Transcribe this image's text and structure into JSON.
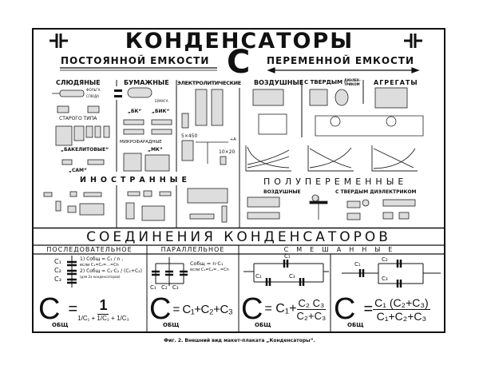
{
  "poster": {
    "title": "КОНДЕНСАТОРЫ",
    "fixed_label": "ПОСТОЯННОЙ ЕМКОСТИ",
    "capacity_symbol": "C",
    "variable_label": "ПЕРЕМЕННОЙ ЕМКОСТИ",
    "categories": {
      "mica": "СЛЮДЯНЫЕ",
      "paper": "БУМАЖНЫЕ",
      "electrolytic": "ЭЛЕКТРОЛИТИЧЕСКИЕ",
      "air": "ВОЗДУШНЫЕ",
      "solid": "С ТВЕРДЫМ",
      "solid_dielectric": "ДИЭЛЕК-ТРИКОМ",
      "units": "АГРЕГАТЫ"
    },
    "labels": {
      "foil": "ФОЛЬГА",
      "mica_sheet": "СЛЮДА",
      "paper_sheet": "БУМАГА",
      "old_type": "СТАРОГО ТИПА",
      "bakelite": "„БАКЕЛИТОВЫЕ“",
      "sam": "„САМ“",
      "bk": "„БК“",
      "bik": "„БИК“",
      "microfarad": "МИКРОФАРАДНЫЕ",
      "mk": "„МК“",
      "e1": "5×450",
      "e2": "10×20",
      "plus_a": "+A"
    },
    "foreign": "ИНОСТРАННЫЕ",
    "semi_variable": "ПОЛУПЕРЕМЕННЫЕ",
    "semi_air": "ВОЗДУШНЫЕ",
    "semi_solid": "С ТВЕРДЫМ ДИЭЛЕКТРИКОМ"
  },
  "connections": {
    "title": "СОЕДИНЕНИЯ КОНДЕНСАТОРОВ",
    "series": {
      "label": "ПОСЛЕДОВАТЕЛЬНОЕ",
      "c1": "C₁",
      "c2": "C₂",
      "c3": "C₃",
      "f1": "1) Cобщ = C₁ / n ,",
      "f1_cond": "если C₁=C₂=...=Cn",
      "f2": "2) Cобщ = C₁·C₂ / (C₁+C₂)",
      "f2_note": "(для 2х конденсаторов)",
      "main_lhs": "C",
      "main_sub": "ОБЩ",
      "num": "1",
      "den": "1/C₁ + 1/C₂ + 1/C₃"
    },
    "parallel": {
      "label": "ПАРАЛЛЕЛЬНОЕ",
      "f1": "Cобщ = n·C₁",
      "f1_cond": "если C₁=C₂=...=Cn",
      "c1": "C₁",
      "c2": "C₂",
      "c3": "C₃",
      "main_lhs": "C",
      "main_sub": "ОБЩ",
      "rhs": "= C₁+C₂+C₃"
    },
    "mixed": {
      "label": "СМЕШАННЫЕ",
      "a": {
        "c1": "C₁",
        "c2": "C₂",
        "c3": "C₃",
        "main_lhs": "C",
        "main_sub": "ОБЩ",
        "rhs": "= C₁+",
        "num": "C₂ C₃",
        "den": "C₂+C₃"
      },
      "b": {
        "c1": "C₁",
        "c2": "C₂",
        "c3": "C₃",
        "main_lhs": "C",
        "main_sub": "ОБЩ",
        "rhs": "=",
        "num": "C₁ (C₂+C₃)",
        "den": "C₁+C₂+C₃"
      }
    }
  },
  "caption": "Фиг. 2. Внешний вид макет-плаката „Конденсаторы“."
}
